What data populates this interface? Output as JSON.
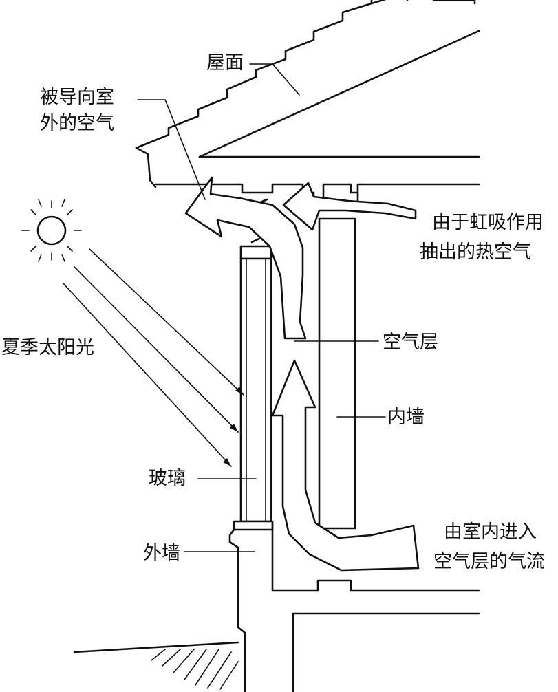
{
  "labels": {
    "roof": "屋面",
    "outdoor_air_1": "被导向室",
    "outdoor_air_2": "外的空气",
    "siphon_1": "由于虹吸作用",
    "siphon_2": "抽出的热空气",
    "summer_sun": "夏季太阳光",
    "air_layer": "空气层",
    "inner_wall": "内墙",
    "glass": "玻璃",
    "outer_wall": "外墙",
    "indoor_flow_1": "由室内进入",
    "indoor_flow_2": "空气层的气流"
  }
}
